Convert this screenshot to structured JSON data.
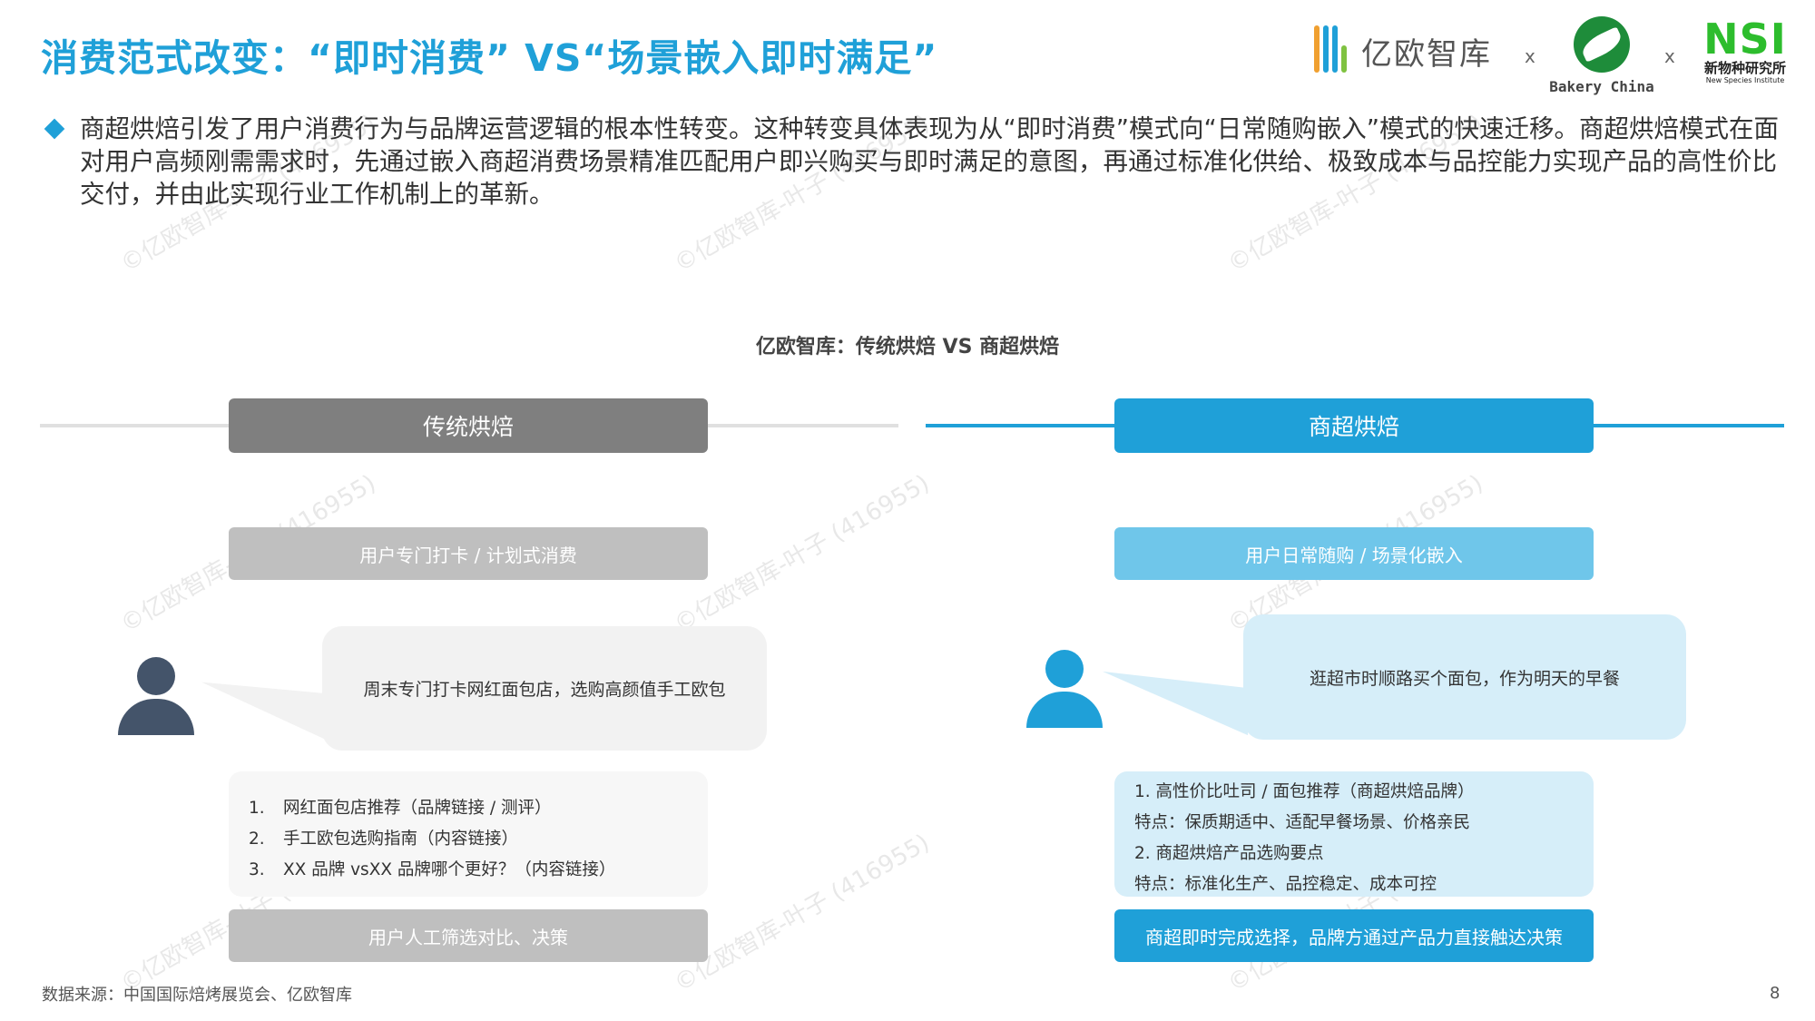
{
  "header": {
    "title": "消费范式改变：“即时消费” VS“场景嵌入即时满足”",
    "logos": {
      "yiou_text": "亿欧智库",
      "separator": "x",
      "bakery_china": "Bakery China",
      "nsi_big": "NSI",
      "nsi_cn": "新物种研究所",
      "nsi_en": "New Species Institute"
    }
  },
  "intro": {
    "text": "商超烘焙引发了用户消费行为与品牌运营逻辑的根本性转变。这种转变具体表现为从“即时消费”模式向“日常随购嵌入”模式的快速迁移。商超烘焙模式在面对用户高频刚需需求时，先通过嵌入商超消费场景精准匹配用户即兴购买与即时满足的意图，再通过标准化供给、极致成本与品控能力实现产品的高性价比交付，并由此实现行业工作机制上的革新。"
  },
  "chart": {
    "title": "亿欧智库：传统烘焙 VS 商超烘焙",
    "left": {
      "header": "传统烘焙",
      "step1": "用户专门打卡 / 计划式消费",
      "bubble": "周末专门打卡网红面包店，选购高颜值手工欧包",
      "list": [
        {
          "num": "1.",
          "text": "网红面包店推荐（品牌链接 / 测评）"
        },
        {
          "num": "2.",
          "text": "手工欧包选购指南（内容链接）"
        },
        {
          "num": "3.",
          "text": "XX 品牌 vsXX 品牌哪个更好？（内容链接）"
        }
      ],
      "decision": "用户人工筛选对比、决策"
    },
    "right": {
      "header": "商超烘焙",
      "step1": "用户日常随购 / 场景化嵌入",
      "bubble": "逛超市时顺路买个面包，作为明天的早餐",
      "list": [
        "1. 高性价比吐司 / 面包推荐（商超烘焙品牌）",
        "特点：保质期适中、适配早餐场景、价格亲民",
        "2. 商超烘焙产品选购要点",
        "特点：标准化生产、品控稳定、成本可控"
      ],
      "decision": "商超即时完成选择，品牌方通过产品力直接触达决策"
    }
  },
  "footer": {
    "source": "数据来源：中国国际焙烤展览会、亿欧智库",
    "page": "8"
  },
  "watermark": "©亿欧智库-叶子 (416955)",
  "colors": {
    "accent_blue": "#1fa0d8",
    "light_blue": "#6fc6ea",
    "pale_blue": "#d6eef9",
    "dark_gray": "#7f7f7f",
    "light_gray": "#bfbfbf",
    "pale_gray": "#f2f2f2",
    "person_dark": "#44546a"
  }
}
